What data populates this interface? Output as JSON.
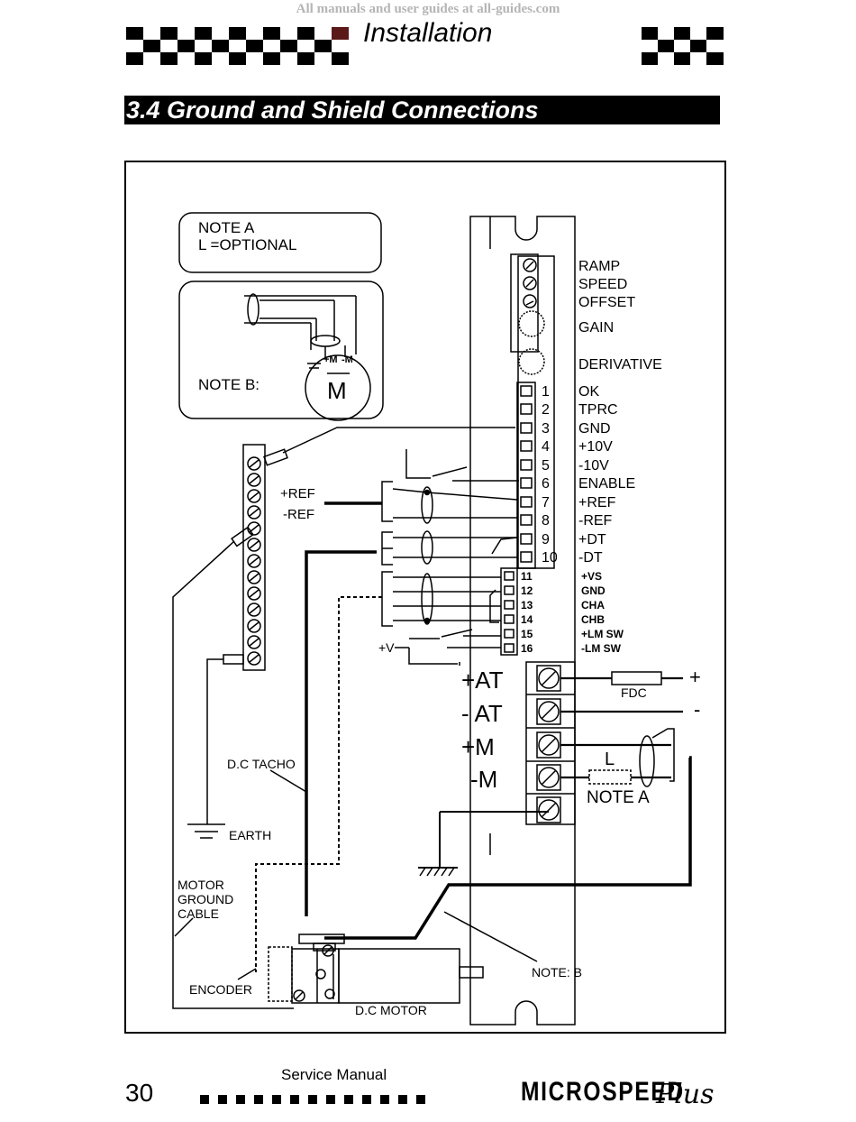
{
  "watermark": "All manuals and user guides at all-guides.com",
  "header": {
    "title": "Installation"
  },
  "section": {
    "title": "3.4 Ground and Shield Connections"
  },
  "notes": {
    "note_a_title": "NOTE A",
    "note_a_text": "L =OPTIONAL",
    "note_b_label": "NOTE B:",
    "motor_symbol": "M",
    "motor_plus": "+M",
    "motor_minus": "-M"
  },
  "pot_labels": [
    "RAMP",
    "SPEED",
    "OFFSET",
    "GAIN",
    "DERIVATIVE"
  ],
  "terminal_block_1": {
    "numbers": [
      "1",
      "2",
      "3",
      "4",
      "5",
      "6",
      "7",
      "8",
      "9",
      "10"
    ],
    "labels": [
      "OK",
      "TPRC",
      "GND",
      "+10V",
      "-10V",
      "ENABLE",
      "+REF",
      "-REF",
      "+DT",
      "-DT"
    ]
  },
  "terminal_block_2": {
    "numbers": [
      "11",
      "12",
      "13",
      "14",
      "15",
      "16"
    ],
    "labels": [
      "+VS",
      "GND",
      "CHA",
      "CHB",
      "+LM SW",
      "-LM SW"
    ]
  },
  "power_terminals": [
    "+AT",
    "- AT",
    "+M",
    "-M"
  ],
  "power_signs": {
    "plus": "+",
    "minus": "-"
  },
  "labels": {
    "ref_plus": "+REF",
    "ref_minus": "-REF",
    "v_plus": "+V",
    "fdc": "FDC",
    "l": "L",
    "note_a": "NOTE A",
    "dc_tacho": "D.C TACHO",
    "earth": "EARTH",
    "motor_ground_cable": [
      "MOTOR",
      "GROUND",
      "CABLE"
    ],
    "encoder": "ENCODER",
    "dc_motor": "D.C MOTOR",
    "note_b": "NOTE: B"
  },
  "footer": {
    "page": "30",
    "service_manual": "Service Manual",
    "brand": "MICROSPEED",
    "brand_plus": "Plus"
  }
}
